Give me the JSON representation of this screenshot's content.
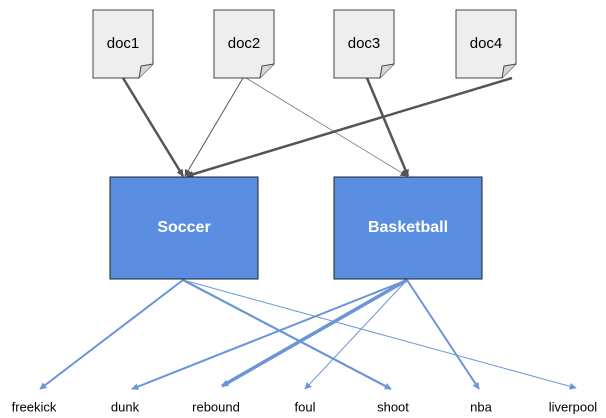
{
  "documents": [
    {
      "label": "doc1"
    },
    {
      "label": "doc2"
    },
    {
      "label": "doc3"
    },
    {
      "label": "doc4"
    }
  ],
  "topics": [
    {
      "label": "Soccer"
    },
    {
      "label": "Basketball"
    }
  ],
  "words": [
    {
      "label": "freekick"
    },
    {
      "label": "dunk"
    },
    {
      "label": "rebound"
    },
    {
      "label": "foul"
    },
    {
      "label": "shoot"
    },
    {
      "label": "nba"
    },
    {
      "label": "liverpool"
    }
  ],
  "colors": {
    "topic_fill": "#5b8ee0",
    "topic_stroke": "#222222",
    "doc_fill": "#eeeeee",
    "doc_stroke": "#444444",
    "doc_edge": "#555555",
    "word_edge": "#6a96d8"
  }
}
